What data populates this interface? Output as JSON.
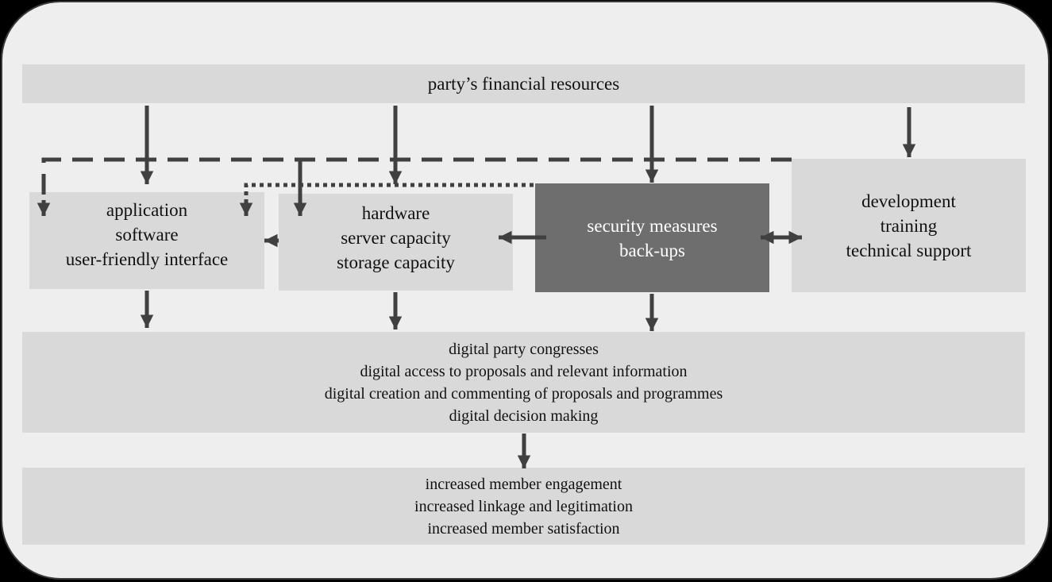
{
  "diagram": {
    "top": {
      "label": "party’s financial resources"
    },
    "application": {
      "lines": [
        "application",
        "software",
        "user-friendly interface"
      ]
    },
    "hardware": {
      "lines": [
        "hardware",
        "server capacity",
        "storage capacity"
      ]
    },
    "security": {
      "lines": [
        "security measures",
        "back-ups"
      ]
    },
    "development": {
      "lines": [
        "development",
        "training",
        "technical support"
      ]
    },
    "digital": {
      "lines": [
        "digital party congresses",
        "digital access to proposals and relevant information",
        "digital creation and commenting of proposals and programmes",
        "digital decision making"
      ]
    },
    "outcomes": {
      "lines": [
        "increased member engagement",
        "increased linkage and legitimation",
        "increased member satisfaction"
      ]
    }
  },
  "colors": {
    "box": "#d9d9d9",
    "dark_box": "#6e6e6e",
    "arrow": "#404040",
    "background": "#eeeeee"
  }
}
